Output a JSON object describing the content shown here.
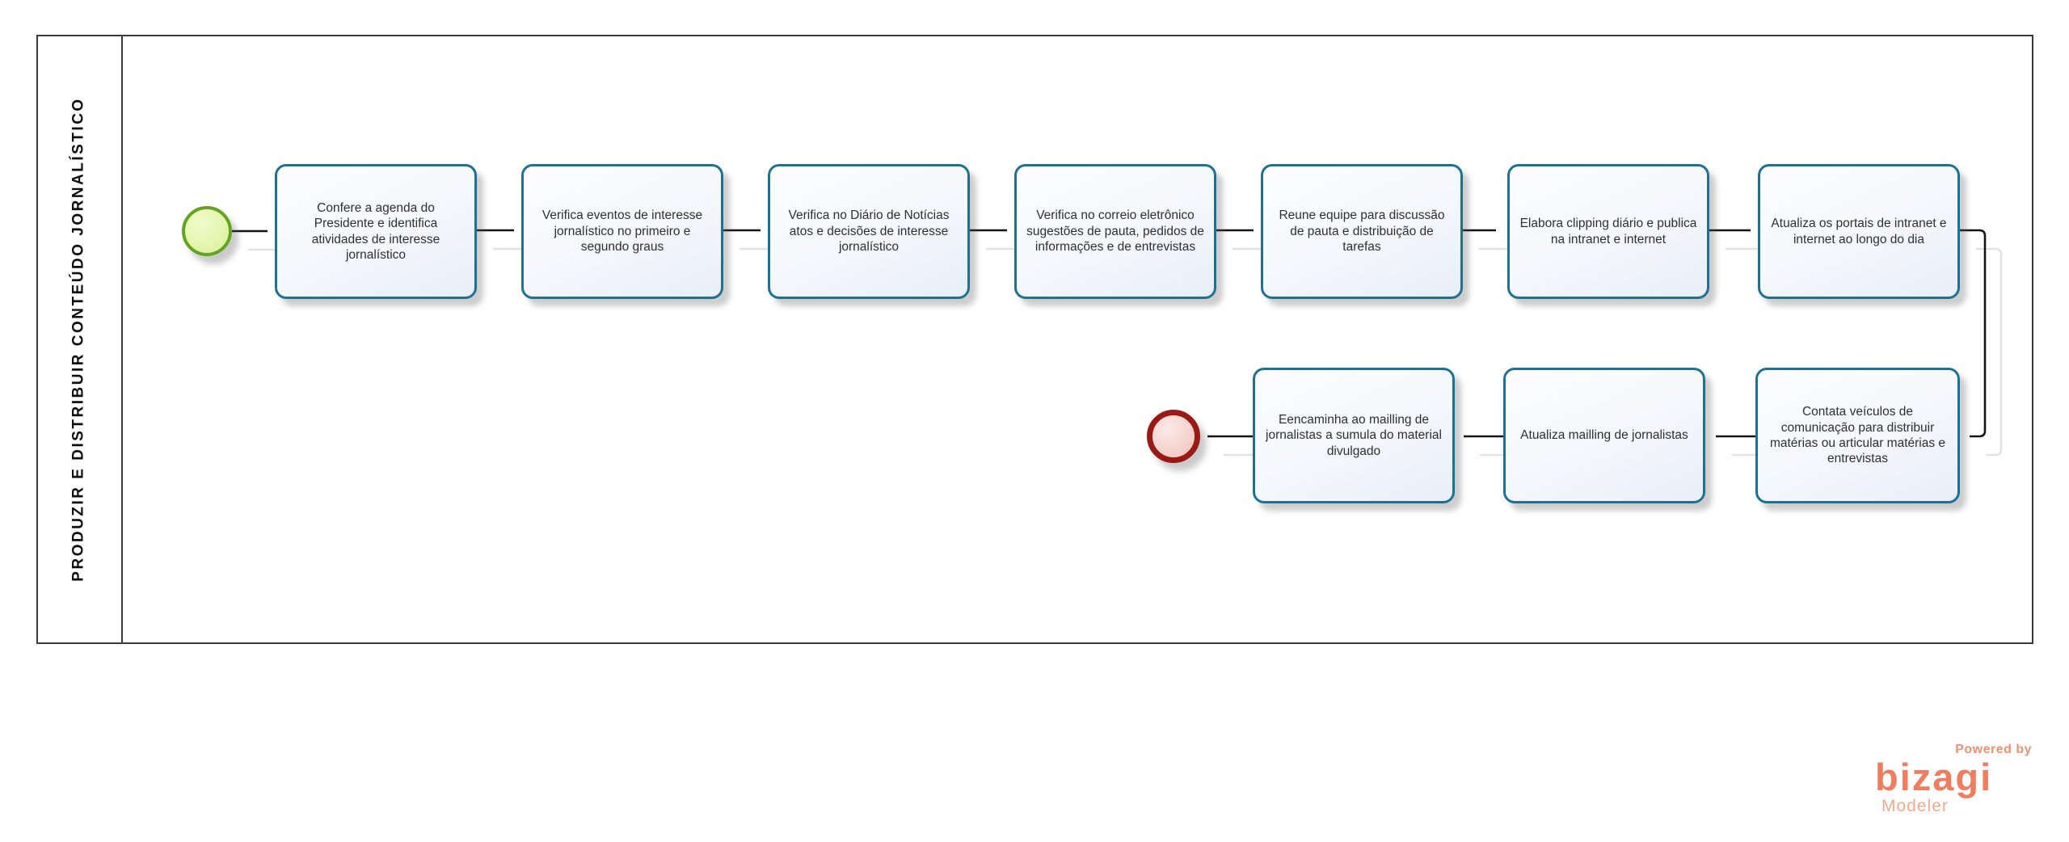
{
  "pool": {
    "title": "PRODUZIR E DISTRIBUIR CONTEÚDO JORNALÍSTICO"
  },
  "process": {
    "row1": [
      {
        "label": "Confere a agenda do Presidente e identifica atividades de interesse jornalístico"
      },
      {
        "label": "Verifica eventos de interesse jornalístico no primeiro e segundo graus"
      },
      {
        "label": "Verifica no Diário de Notícias atos e decisões de interesse jornalístico"
      },
      {
        "label": "Verifica no correio eletrônico sugestões de pauta, pedidos de informações e de entrevistas"
      },
      {
        "label": "Reune equipe para discussão de pauta e distribuição de tarefas"
      },
      {
        "label": "Elabora clipping diário e publica na intranet e internet"
      },
      {
        "label": "Atualiza os portais de intranet e internet ao longo do dia"
      }
    ],
    "row2": [
      {
        "label": "Contata veículos de comunicação para distribuir matérias ou articular matérias e entrevistas"
      },
      {
        "label": "Atualiza mailling de jornalistas"
      },
      {
        "label": "Eencaminha ao mailling de jornalistas a sumula do material divulgado"
      }
    ]
  },
  "branding": {
    "powered_by": "Powered by",
    "logo": "bizagi",
    "product": "Modeler"
  },
  "colors": {
    "task_border": "#1d7195",
    "start_event_border": "#62a41f",
    "start_event_fill": "#e4f6ae",
    "end_event_border": "#9a1915",
    "end_event_fill": "#f5d4d0",
    "flow": "#141414",
    "logo": "#ef7e60"
  }
}
